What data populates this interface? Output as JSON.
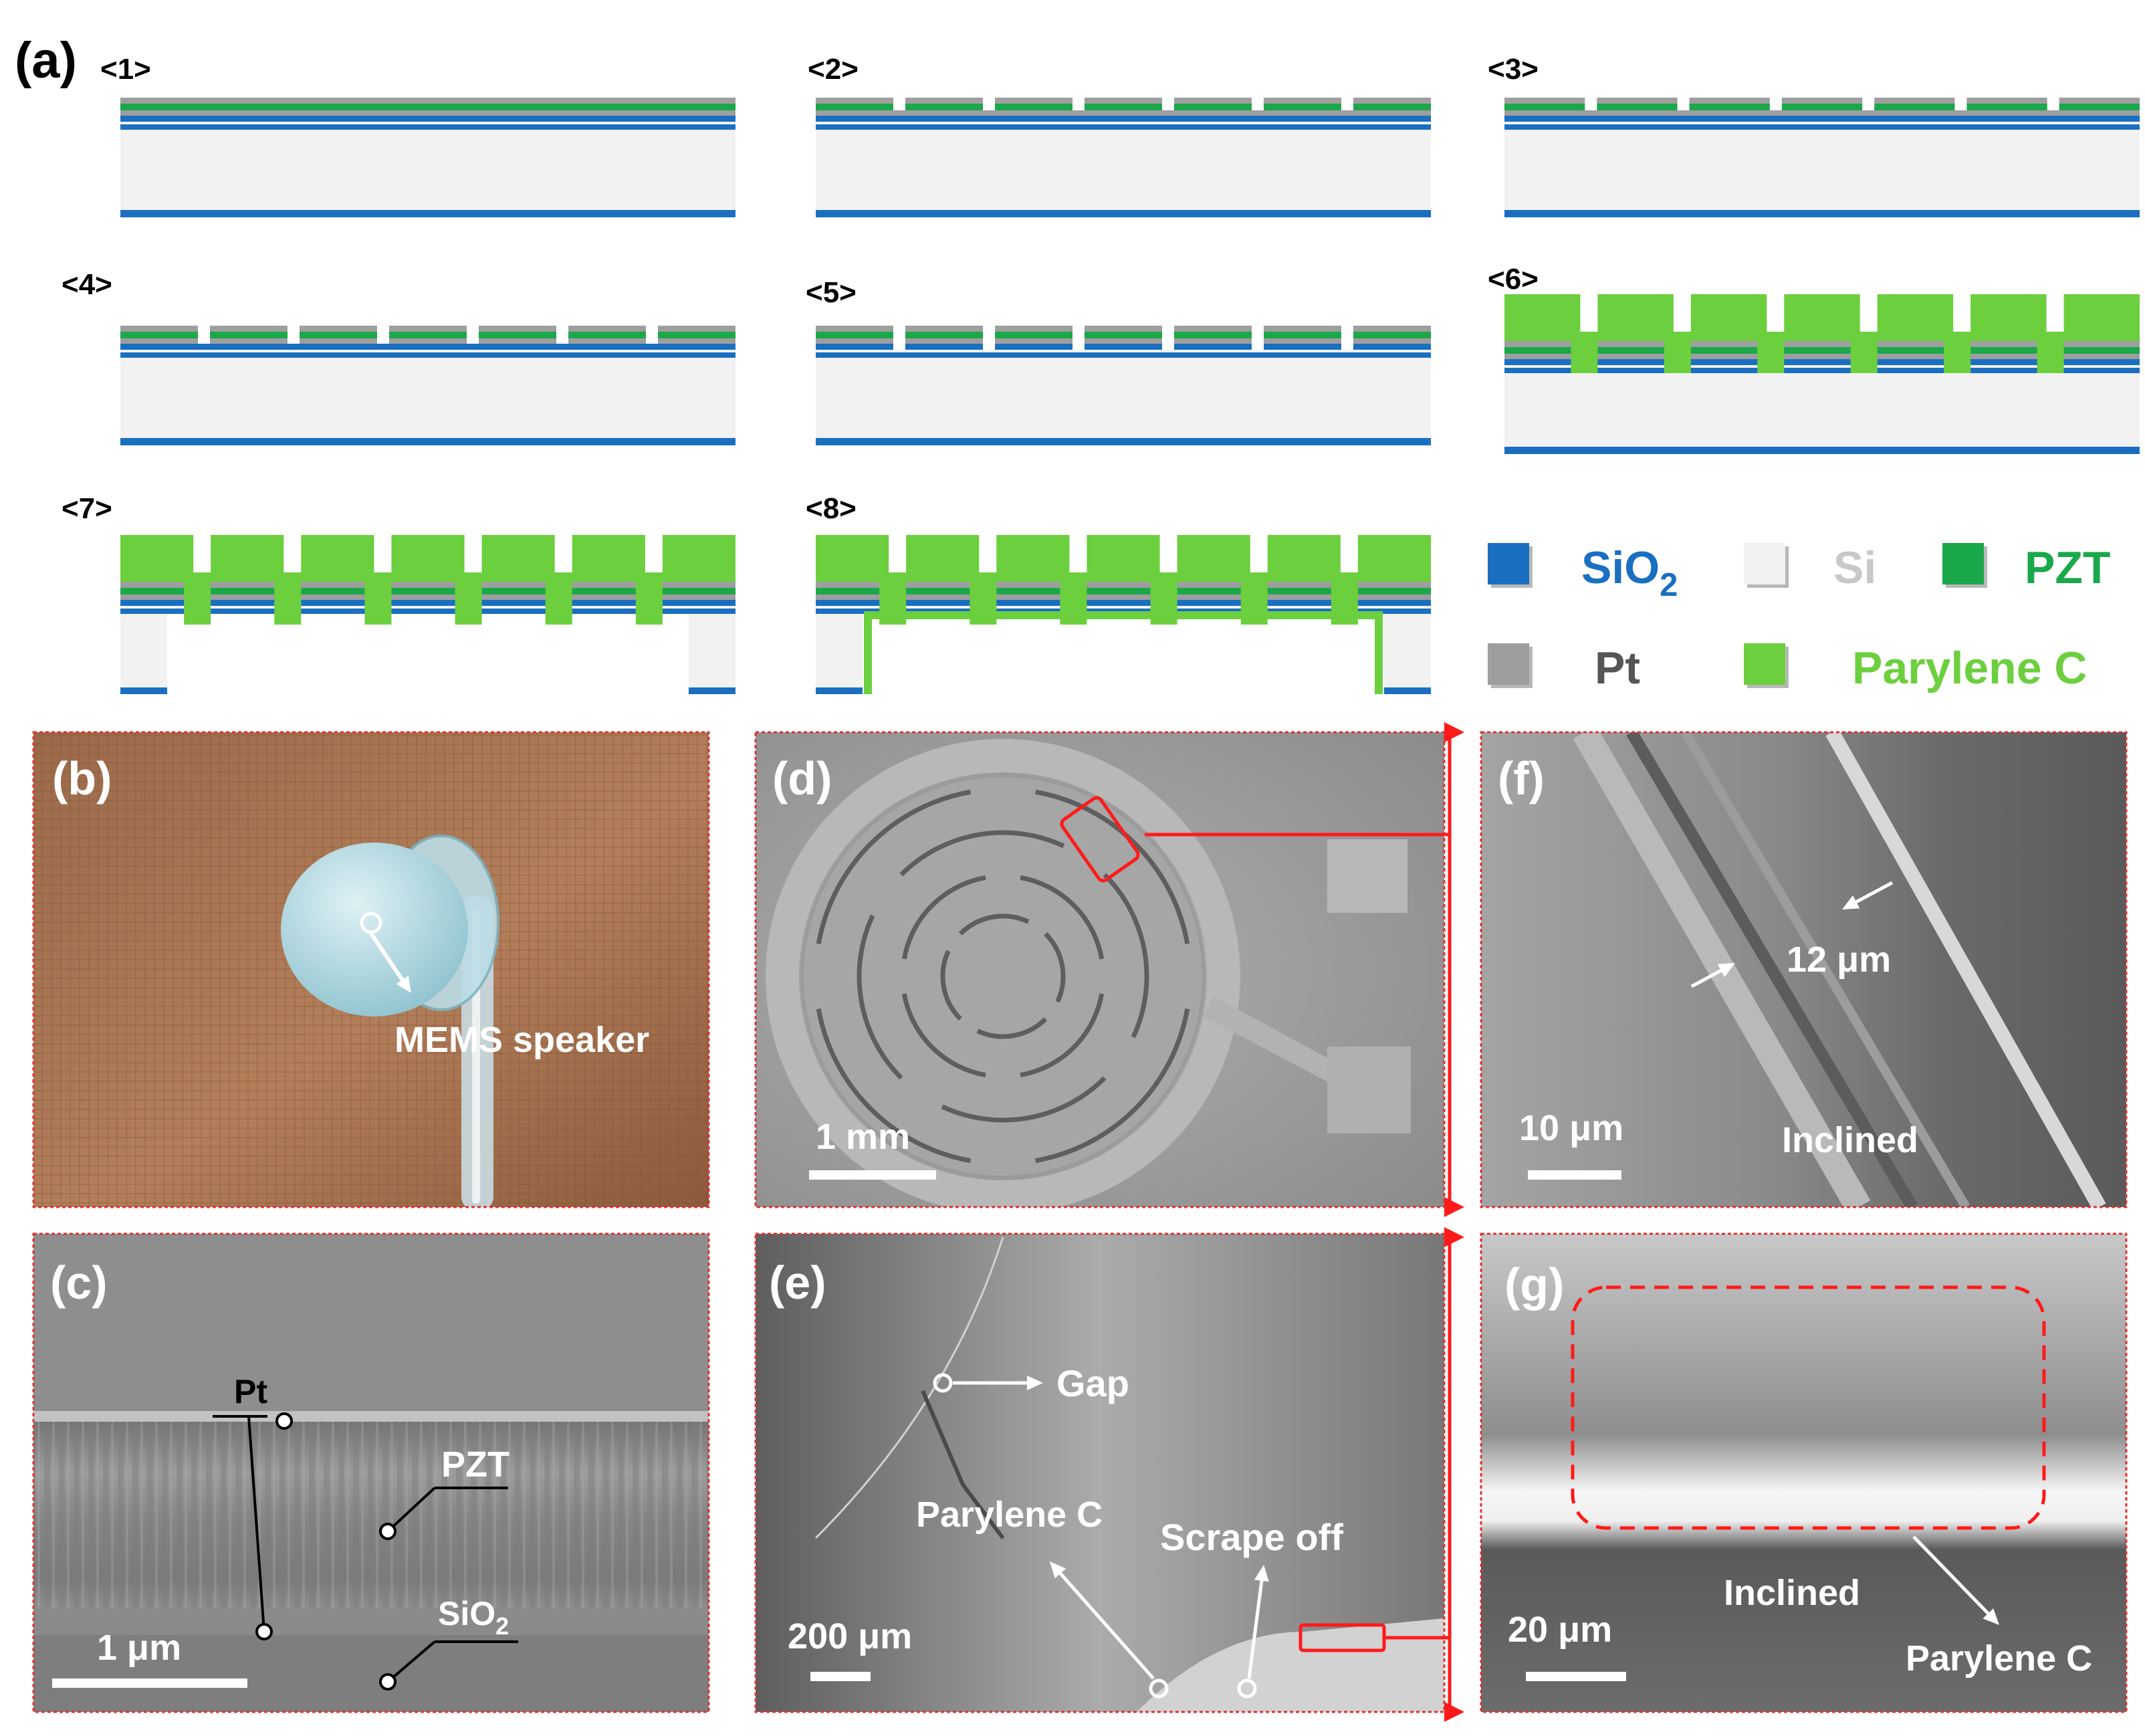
{
  "panel_a": {
    "label": "(a)",
    "steps": [
      "<1>",
      "<2>",
      "<3>",
      "<4>",
      "<5>",
      "<6>",
      "<7>",
      "<8>"
    ]
  },
  "legend": {
    "sio2_main": "SiO",
    "sio2_sub": "2",
    "si": "Si",
    "pzt": "PZT",
    "pt": "Pt",
    "parylene": "Parylene C"
  },
  "panel_b": {
    "label": "(b)",
    "annotation": "MEMS speaker"
  },
  "panel_c": {
    "label": "(c)",
    "pt": "Pt",
    "pzt": "PZT",
    "sio2_main": "SiO",
    "sio2_sub": "2",
    "scale": "1 μm"
  },
  "panel_d": {
    "label": "(d)",
    "scale": "1 mm"
  },
  "panel_e": {
    "label": "(e)",
    "gap": "Gap",
    "parylene": "Parylene C",
    "scrape": "Scrape off",
    "scale": "200 μm"
  },
  "panel_f": {
    "label": "(f)",
    "dimension": "12 μm",
    "scale": "10 μm",
    "view": "Inclined"
  },
  "panel_g": {
    "label": "(g)",
    "view": "Inclined",
    "parylene": "Parylene C",
    "scale": "20 μm"
  },
  "colors": {
    "sio2": "#1a6fc0",
    "si": "#f2f2f2",
    "pzt": "#1aa84a",
    "pt": "#9e9e9e",
    "parylene": "#6ccf3e",
    "frame": "#e03030"
  }
}
